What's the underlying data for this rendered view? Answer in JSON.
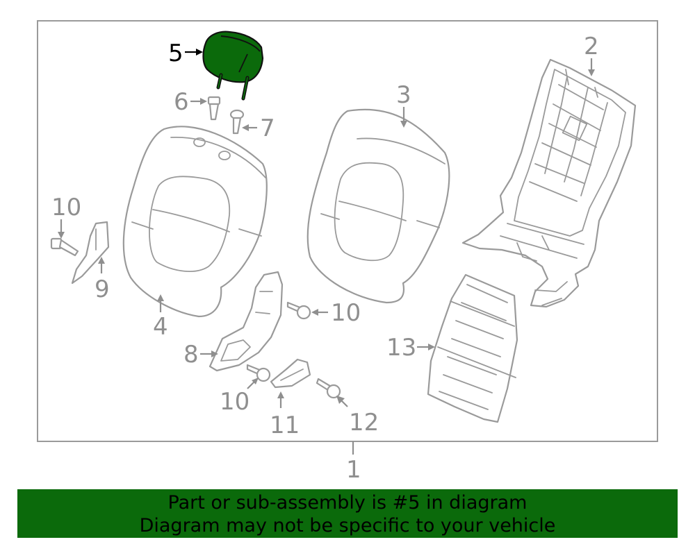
{
  "diagram": {
    "callouts": {
      "c1": "1",
      "c2": "2",
      "c3": "3",
      "c4": "4",
      "c5": "5",
      "c6": "6",
      "c7": "7",
      "c8": "8",
      "c9": "9",
      "c10a": "10",
      "c10b": "10",
      "c10c": "10",
      "c11": "11",
      "c12": "12",
      "c13": "13"
    },
    "highlighted_part": "5",
    "highlight_color": "#0b6a0b"
  },
  "banner": {
    "line1": "Part or sub-assembly is #5 in diagram",
    "line2": "Diagram may not be specific to your vehicle"
  }
}
